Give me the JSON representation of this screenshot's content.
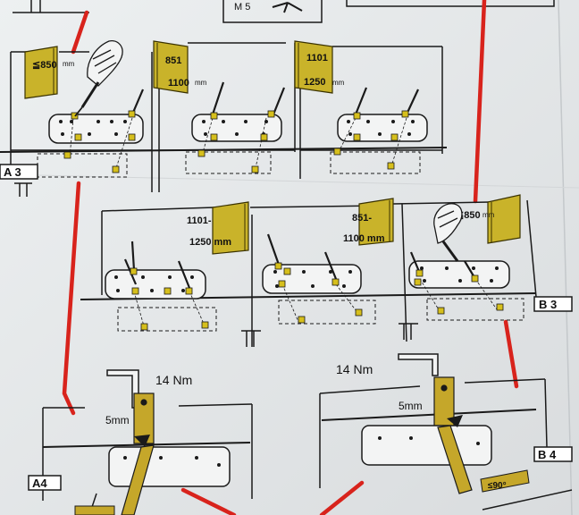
{
  "colors": {
    "paper": "#e9ecee",
    "ink": "#1a1a1a",
    "door_yellow": "#c9b32a",
    "screw_marker": "#d6bf1c",
    "red_line": "#d8231c",
    "tool_yellow": "#c5a72a"
  },
  "labels": {
    "top_m5": "M 5",
    "a3": "A 3",
    "b3": "B 3",
    "a4": "A4",
    "b4": "B 4",
    "torque_left": "14 Nm",
    "torque_right": "14 Nm",
    "key_left": "5mm",
    "key_right": "5mm",
    "angle_right": "≤90°"
  },
  "door_sizes": {
    "r1_p1": {
      "line1": "≦850",
      "unit": "mm"
    },
    "r1_p2": {
      "line1": "851",
      "line2": "1100",
      "unit": "mm"
    },
    "r1_p3": {
      "line1": "1101",
      "line2": "1250",
      "unit": "mm"
    },
    "r2_p1": {
      "line1": "1101-",
      "line2": "1250 mm"
    },
    "r2_p2": {
      "line1": "851-",
      "line2": "1100 mm"
    },
    "r2_p3": {
      "line1": "≦850",
      "unit": "mm"
    }
  },
  "icons": [
    "screwdriver-icon",
    "hand-icon",
    "allen-key-icon",
    "screw-icon",
    "door-leaf-icon",
    "door-closer-icon"
  ]
}
